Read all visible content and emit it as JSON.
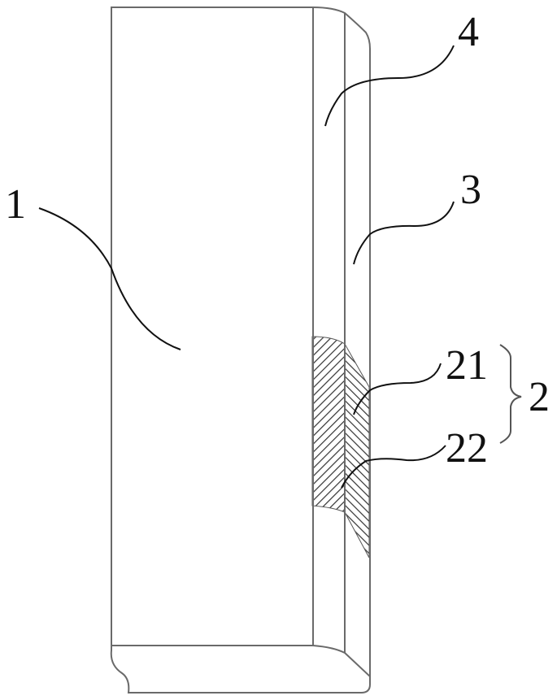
{
  "figure": {
    "type": "patent-cross-section",
    "colors": {
      "outline": "#6a6a6a",
      "leader": "#111111",
      "hatch": "#333333",
      "background": "#ffffff"
    }
  },
  "labels": {
    "part_1": "1",
    "part_2": "2",
    "part_3": "3",
    "part_4": "4",
    "part_21": "21",
    "part_22": "22"
  },
  "parts": [
    {
      "id": "1",
      "description": "main body block"
    },
    {
      "id": "4",
      "description": "first thin layer adjacent to body"
    },
    {
      "id": "3",
      "description": "outer thin layer"
    },
    {
      "id": "2",
      "description": "hatched region group comprising 21 and 22",
      "members": [
        "21",
        "22"
      ]
    },
    {
      "id": "21",
      "description": "hatched sub-region in outer layer"
    },
    {
      "id": "22",
      "description": "hatched sub-region in inner layer"
    }
  ]
}
